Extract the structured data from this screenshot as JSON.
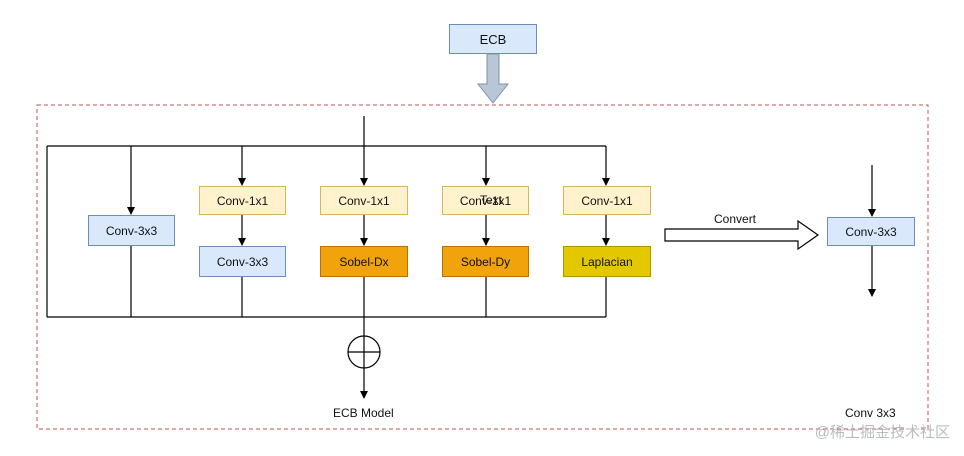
{
  "diagram": {
    "top_block": "ECB",
    "branches": {
      "conv3x3_left": "Conv-3x3",
      "b2_conv1x1": "Conv-1x1",
      "b2_conv3x3": "Conv-3x3",
      "b3_conv1x1": "Conv-1x1",
      "b3_sobel_dx": "Sobel-Dx",
      "b4_conv1x1": "Conv-1x1",
      "b4_text_overlay": "Text",
      "b4_sobel_dy": "Sobel-Dy",
      "b5_conv1x1": "Conv-1x1",
      "b5_laplacian": "Laplacian"
    },
    "convert_label": "Convert",
    "result_block": "Conv-3x3",
    "caption_left": "ECB Model",
    "caption_right": "Conv 3x3",
    "watermark": "@稀土掘金技术社区"
  },
  "colors": {
    "blue_fill": "#dae8fc",
    "yellow_fill": "#fff2cc",
    "orange_fill": "#f0a30a",
    "gold_fill": "#e3c800",
    "dashed_border": "#b85450"
  }
}
